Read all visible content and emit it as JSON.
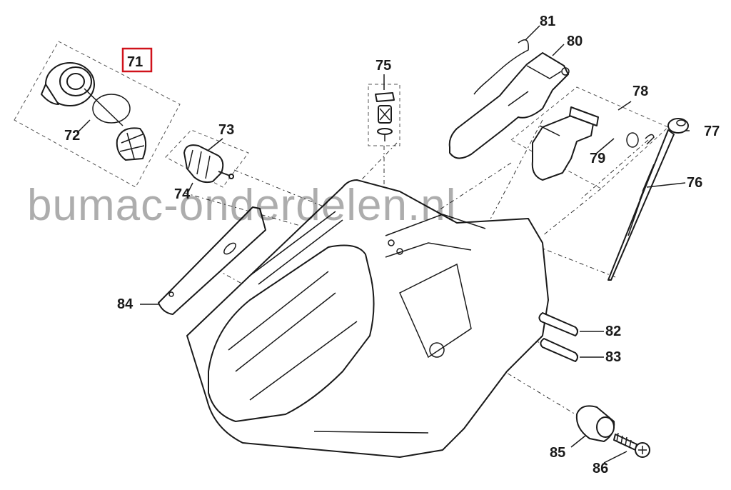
{
  "watermark": "bumac-onderdelen.nl",
  "highlight_color": "#d0121b",
  "callouts": [
    {
      "id": "71",
      "label": "71",
      "highlighted": true
    },
    {
      "id": "72",
      "label": "72"
    },
    {
      "id": "73",
      "label": "73"
    },
    {
      "id": "74",
      "label": "74"
    },
    {
      "id": "75",
      "label": "75"
    },
    {
      "id": "76",
      "label": "76"
    },
    {
      "id": "77",
      "label": "77"
    },
    {
      "id": "78",
      "label": "78"
    },
    {
      "id": "79",
      "label": "79"
    },
    {
      "id": "80",
      "label": "80"
    },
    {
      "id": "81",
      "label": "81"
    },
    {
      "id": "82",
      "label": "82"
    },
    {
      "id": "83",
      "label": "83"
    },
    {
      "id": "84",
      "label": "84"
    },
    {
      "id": "85",
      "label": "85"
    },
    {
      "id": "86",
      "label": "86"
    }
  ]
}
